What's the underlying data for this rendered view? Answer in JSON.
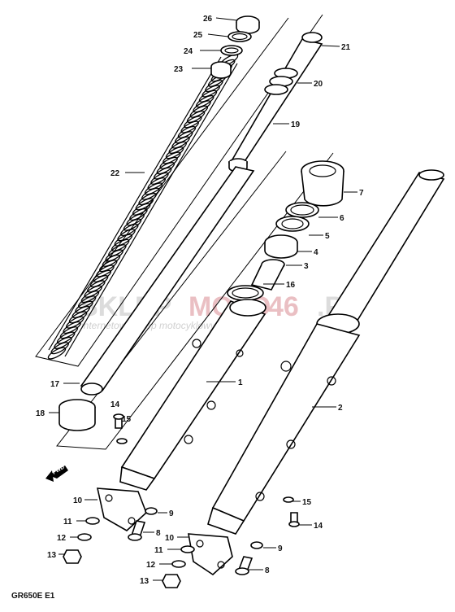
{
  "diagram_code": "GR650E E1",
  "watermark": {
    "brand_a": "SKLEP",
    "brand_b": "MOTO",
    "brand_c": "46",
    "brand_d": ".PL",
    "tagline": "internetowy sklep motocyklowy"
  },
  "callouts": [
    {
      "id": "c26",
      "label": "26"
    },
    {
      "id": "c25",
      "label": "25"
    },
    {
      "id": "c24",
      "label": "24"
    },
    {
      "id": "c23",
      "label": "23"
    },
    {
      "id": "c22",
      "label": "22"
    },
    {
      "id": "c21",
      "label": "21"
    },
    {
      "id": "c20",
      "label": "20"
    },
    {
      "id": "c19",
      "label": "19"
    },
    {
      "id": "c7",
      "label": "7"
    },
    {
      "id": "c6",
      "label": "6"
    },
    {
      "id": "c5",
      "label": "5"
    },
    {
      "id": "c4",
      "label": "4"
    },
    {
      "id": "c3",
      "label": "3"
    },
    {
      "id": "c16",
      "label": "16"
    },
    {
      "id": "c17",
      "label": "17"
    },
    {
      "id": "c18",
      "label": "18"
    },
    {
      "id": "c1",
      "label": "1"
    },
    {
      "id": "c2",
      "label": "2"
    },
    {
      "id": "c14a",
      "label": "14"
    },
    {
      "id": "c15a",
      "label": "15"
    },
    {
      "id": "c10a",
      "label": "10"
    },
    {
      "id": "c9a",
      "label": "9"
    },
    {
      "id": "c11a",
      "label": "11"
    },
    {
      "id": "c8a",
      "label": "8"
    },
    {
      "id": "c12a",
      "label": "12"
    },
    {
      "id": "c13a",
      "label": "13"
    },
    {
      "id": "c15b",
      "label": "15"
    },
    {
      "id": "c14b",
      "label": "14"
    },
    {
      "id": "c10b",
      "label": "10"
    },
    {
      "id": "c9b",
      "label": "9"
    },
    {
      "id": "c11b",
      "label": "11"
    },
    {
      "id": "c12b",
      "label": "12"
    },
    {
      "id": "c8b",
      "label": "8"
    },
    {
      "id": "c13b",
      "label": "13"
    }
  ],
  "fwd_arrow_label": "FWD"
}
